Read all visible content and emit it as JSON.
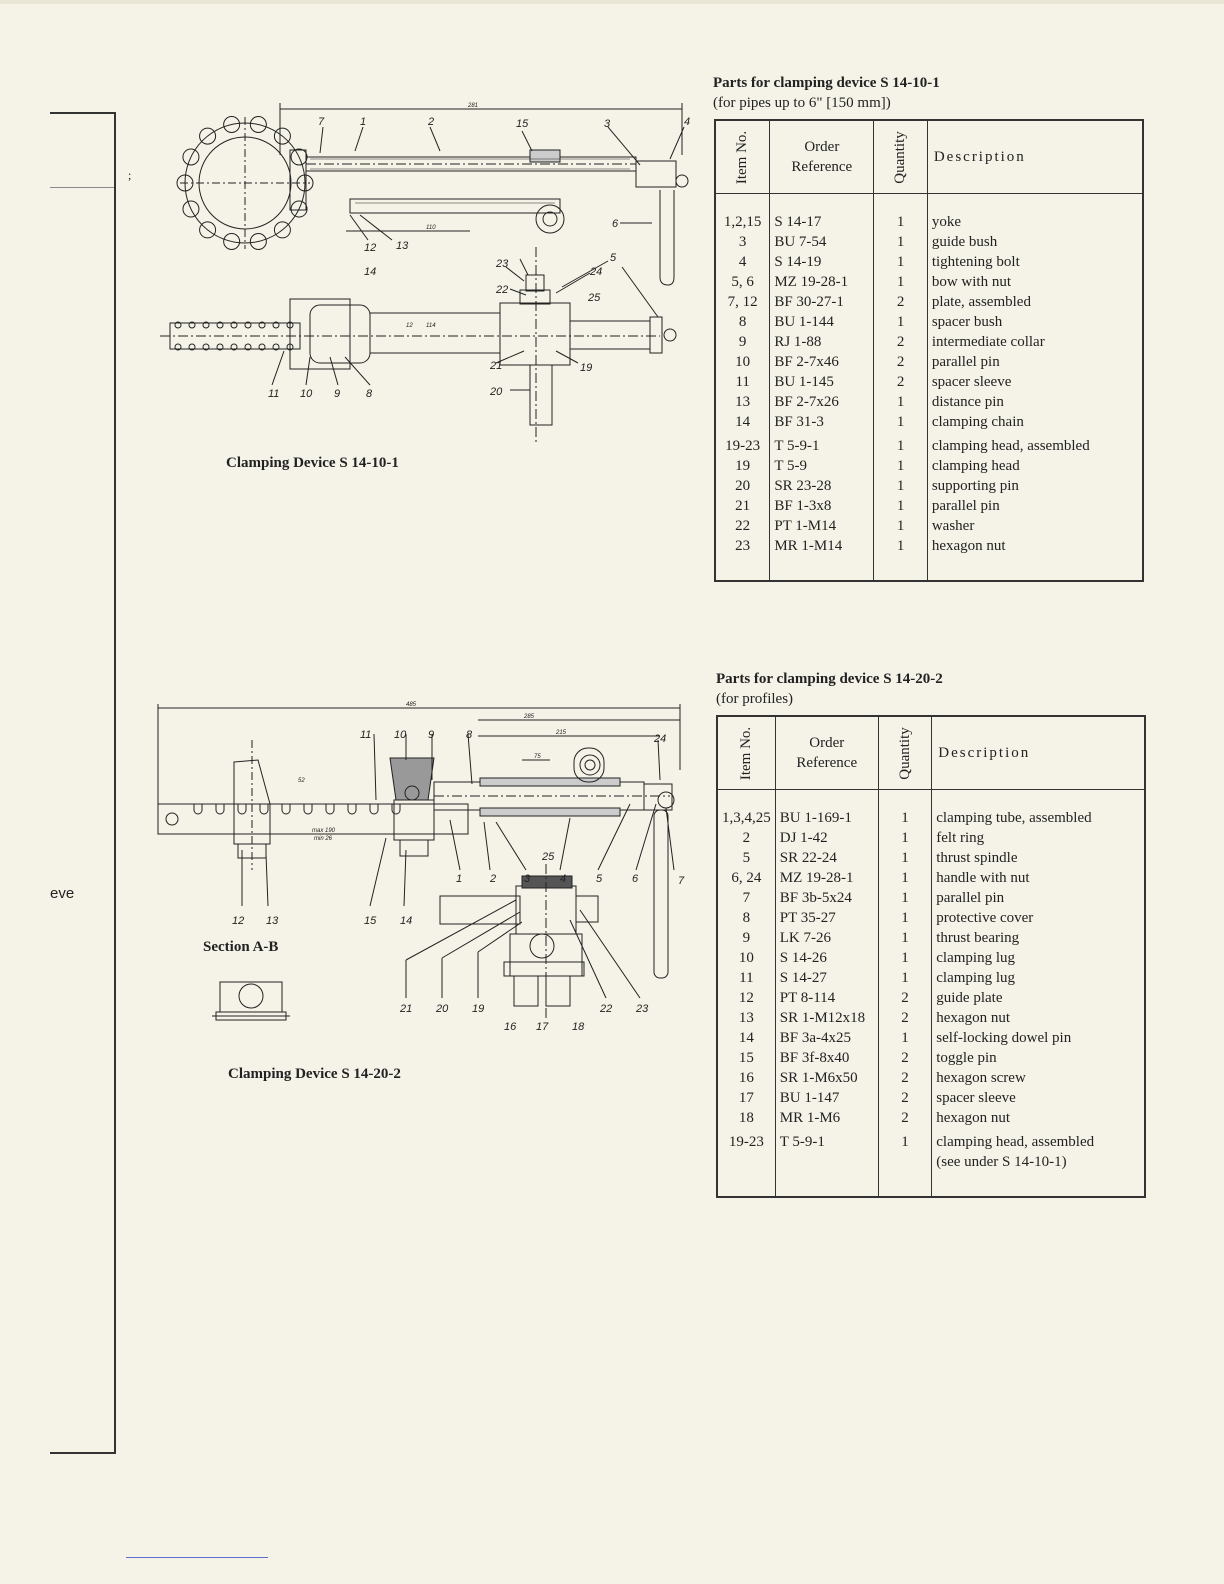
{
  "left_stub_text": "eve",
  "left_margin_mark": ";",
  "drawing1": {
    "caption": "Clamping Device S 14-10-1",
    "callouts": [
      "7",
      "1",
      "2",
      "15",
      "3",
      "4",
      "6",
      "12",
      "13",
      "14",
      "23",
      "24",
      "5",
      "22",
      "25",
      "21",
      "19",
      "20",
      "11",
      "10",
      "9",
      "8"
    ],
    "dims": [
      "281",
      "110",
      "12",
      "114"
    ]
  },
  "drawing2": {
    "caption": "Clamping Device S 14-20-2",
    "section_label": "Section  A-B",
    "callouts": [
      "11",
      "10",
      "9",
      "8",
      "24",
      "1",
      "2",
      "3",
      "4",
      "5",
      "6",
      "7",
      "25",
      "12",
      "13",
      "15",
      "14",
      "21",
      "20",
      "19",
      "16",
      "17",
      "18",
      "22",
      "23"
    ],
    "dims": [
      "485",
      "285",
      "215",
      "75",
      "52",
      "max 190",
      "min 26"
    ]
  },
  "table1": {
    "title": "Parts for clamping device S 14-10-1",
    "subtitle": "(for pipes up to 6\" [150 mm])",
    "headers": {
      "item": "Item No.",
      "order_line1": "Order",
      "order_line2": "Reference",
      "qty": "Quantity",
      "desc": "Description"
    },
    "rows": [
      {
        "item": "1,2,15",
        "ref": "S 14-17",
        "qty": "1",
        "desc": "yoke"
      },
      {
        "item": "3",
        "ref": "BU 7-54",
        "qty": "1",
        "desc": "guide bush"
      },
      {
        "item": "4",
        "ref": "S 14-19",
        "qty": "1",
        "desc": "tightening bolt"
      },
      {
        "item": "5, 6",
        "ref": "MZ 19-28-1",
        "qty": "1",
        "desc": "bow with nut"
      },
      {
        "item": "7, 12",
        "ref": "BF 30-27-1",
        "qty": "2",
        "desc": "plate, assembled"
      },
      {
        "item": "8",
        "ref": "BU 1-144",
        "qty": "1",
        "desc": "spacer bush"
      },
      {
        "item": "9",
        "ref": "RJ 1-88",
        "qty": "2",
        "desc": "intermediate collar"
      },
      {
        "item": "10",
        "ref": "BF 2-7x46",
        "qty": "2",
        "desc": "parallel pin"
      },
      {
        "item": "11",
        "ref": "BU 1-145",
        "qty": "2",
        "desc": "spacer sleeve"
      },
      {
        "item": "13",
        "ref": "BF 2-7x26",
        "qty": "1",
        "desc": "distance pin"
      },
      {
        "item": "14",
        "ref": "BF 31-3",
        "qty": "1",
        "desc": "clamping chain"
      },
      {
        "item": "19-23",
        "ref": "T 5-9-1",
        "qty": "1",
        "desc": "clamping head, assembled"
      },
      {
        "item": "19",
        "ref": "T 5-9",
        "qty": "1",
        "desc": "clamping head"
      },
      {
        "item": "20",
        "ref": "SR 23-28",
        "qty": "1",
        "desc": "supporting pin"
      },
      {
        "item": "21",
        "ref": "BF 1-3x8",
        "qty": "1",
        "desc": "parallel pin"
      },
      {
        "item": "22",
        "ref": "PT 1-M14",
        "qty": "1",
        "desc": "washer"
      },
      {
        "item": "23",
        "ref": "MR 1-M14",
        "qty": "1",
        "desc": "hexagon nut"
      }
    ]
  },
  "table2": {
    "title": "Parts for clamping device S 14-20-2",
    "subtitle": "(for profiles)",
    "headers": {
      "item": "Item No.",
      "order_line1": "Order",
      "order_line2": "Reference",
      "qty": "Quantity",
      "desc": "Description"
    },
    "rows": [
      {
        "item": "1,3,4,25",
        "ref": "BU 1-169-1",
        "qty": "1",
        "desc": "clamping tube, assembled"
      },
      {
        "item": "2",
        "ref": "DJ 1-42",
        "qty": "1",
        "desc": "felt ring"
      },
      {
        "item": "5",
        "ref": "SR 22-24",
        "qty": "1",
        "desc": "thrust spindle"
      },
      {
        "item": "6, 24",
        "ref": "MZ 19-28-1",
        "qty": "1",
        "desc": "handle with nut"
      },
      {
        "item": "7",
        "ref": "BF 3b-5x24",
        "qty": "1",
        "desc": "parallel pin"
      },
      {
        "item": "8",
        "ref": "PT 35-27",
        "qty": "1",
        "desc": "protective cover"
      },
      {
        "item": "9",
        "ref": "LK 7-26",
        "qty": "1",
        "desc": "thrust bearing"
      },
      {
        "item": "10",
        "ref": "S 14-26",
        "qty": "1",
        "desc": "clamping lug"
      },
      {
        "item": "11",
        "ref": "S 14-27",
        "qty": "1",
        "desc": "clamping lug"
      },
      {
        "item": "12",
        "ref": "PT 8-114",
        "qty": "2",
        "desc": "guide plate"
      },
      {
        "item": "13",
        "ref": "SR 1-M12x18",
        "qty": "2",
        "desc": "hexagon nut"
      },
      {
        "item": "14",
        "ref": "BF 3a-4x25",
        "qty": "1",
        "desc": "self-locking dowel pin"
      },
      {
        "item": "15",
        "ref": "BF 3f-8x40",
        "qty": "2",
        "desc": "toggle pin"
      },
      {
        "item": "16",
        "ref": "SR 1-M6x50",
        "qty": "2",
        "desc": "hexagon screw"
      },
      {
        "item": "17",
        "ref": "BU 1-147",
        "qty": "2",
        "desc": "spacer sleeve"
      },
      {
        "item": "18",
        "ref": "MR 1-M6",
        "qty": "2",
        "desc": "hexagon nut"
      },
      {
        "item": "19-23",
        "ref": "T 5-9-1",
        "qty": "1",
        "desc": "clamping head, assembled"
      },
      {
        "item": "",
        "ref": "",
        "qty": "",
        "desc": "(see under S 14-10-1)"
      }
    ]
  }
}
